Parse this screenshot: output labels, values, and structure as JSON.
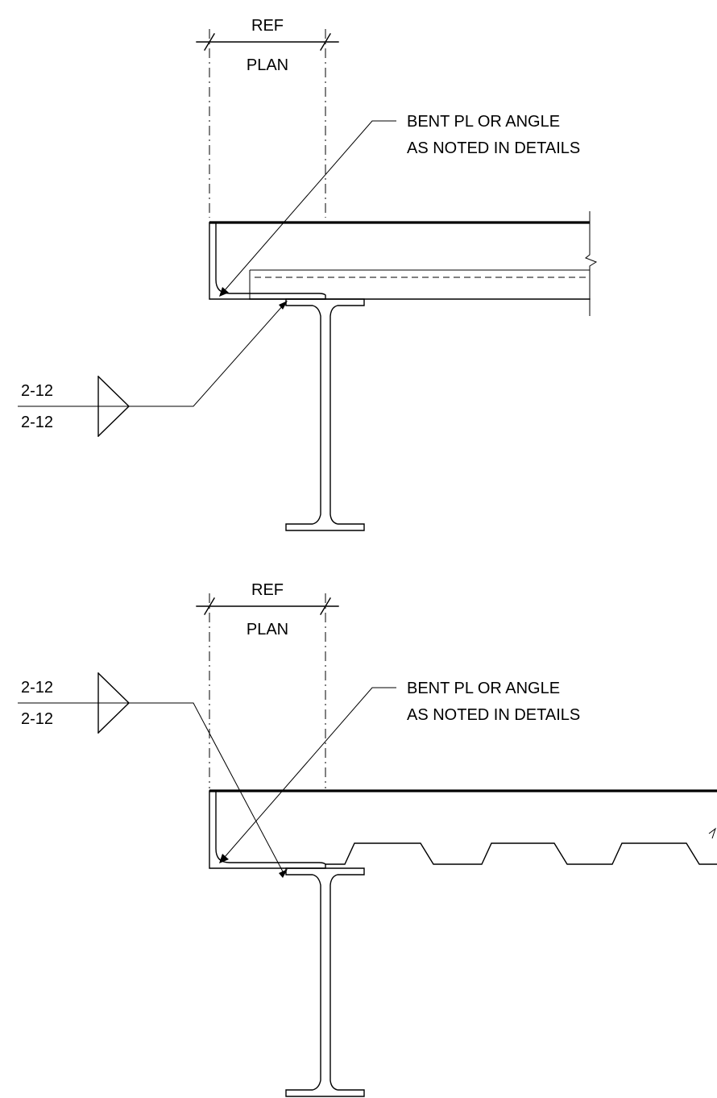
{
  "details": [
    {
      "ref_label": "REF",
      "plan_label": "PLAN",
      "note_line1": "BENT PL OR ANGLE",
      "note_line2": "AS NOTED IN DETAILS",
      "weld_top": "2-12",
      "weld_bottom": "2-12",
      "deck_type": "flat slab"
    },
    {
      "ref_label": "REF",
      "plan_label": "PLAN",
      "note_line1": "BENT PL OR ANGLE",
      "note_line2": "AS NOTED IN DETAILS",
      "weld_top": "2-12",
      "weld_bottom": "2-12",
      "deck_type": "metal deck"
    }
  ]
}
